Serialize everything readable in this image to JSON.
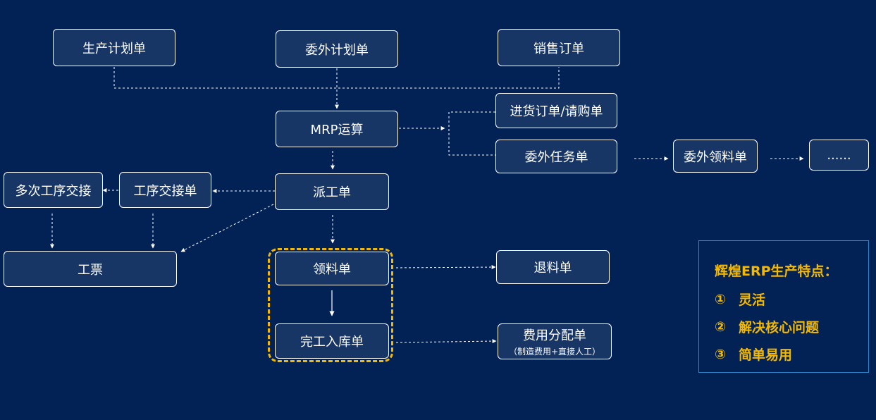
{
  "nodes": {
    "production_plan": "生产计划单",
    "outsource_plan": "委外计划单",
    "sales_order": "销售订单",
    "mrp": "MRP运算",
    "purchase_order": "进货订单/请购单",
    "outsource_task": "委外任务单",
    "outsource_picking": "委外领料单",
    "more": "......",
    "dispatch": "派工单",
    "process_handover": "工序交接单",
    "multi_process_handover": "多次工序交接",
    "work_ticket": "工票",
    "picking": "领料单",
    "return": "退料单",
    "completion": "完工入库单",
    "cost_allocation": "费用分配单",
    "cost_allocation_note": "（制造费用+直接人工）"
  },
  "features": {
    "title": "辉煌ERP生产特点：",
    "items": [
      {
        "num": "①",
        "text": "灵活"
      },
      {
        "num": "②",
        "text": "解决核心问题"
      },
      {
        "num": "③",
        "text": "简单易用"
      }
    ]
  },
  "colors": {
    "background": "#022255",
    "node_fill": "#173666",
    "highlight": "#f5b800",
    "panel_border": "#2f83c9"
  }
}
